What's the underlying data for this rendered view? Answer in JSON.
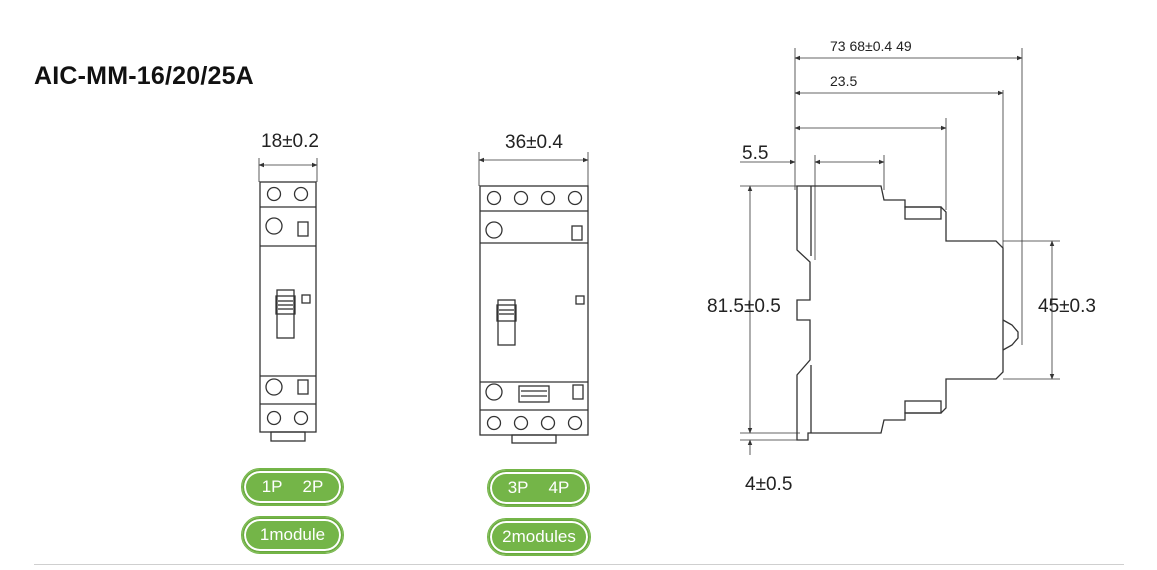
{
  "title": "AIC-MM-16/20/25A",
  "front_views": {
    "left": {
      "width_dim": "18±0.2",
      "poles": [
        "1P",
        "2P"
      ],
      "modules": "1module"
    },
    "right": {
      "width_dim": "36±0.4",
      "poles": [
        "3P",
        "4P"
      ],
      "modules": "2modules"
    }
  },
  "side_view": {
    "top_dim": "73 68±0.4 49",
    "second_dim": "23.5",
    "left_offset_dim": "5.5",
    "height_dim": "81.5±0.5",
    "inner_height_dim": "45±0.3",
    "bottom_dim": "4±0.5"
  },
  "colors": {
    "accent": "#74b548",
    "line": "#333333"
  }
}
